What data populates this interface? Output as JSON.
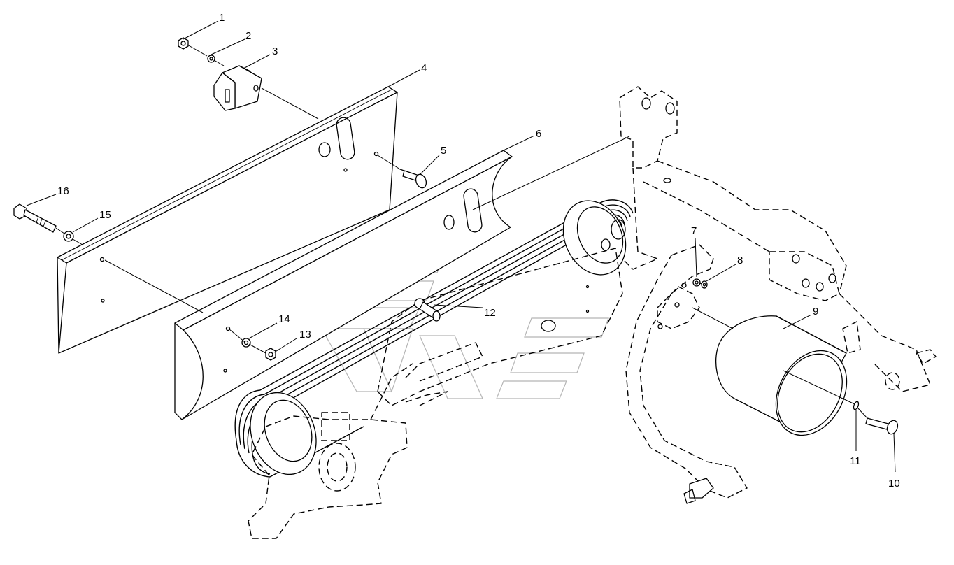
{
  "callouts": [
    {
      "id": "1",
      "label": "1"
    },
    {
      "id": "2",
      "label": "2"
    },
    {
      "id": "3",
      "label": "3"
    },
    {
      "id": "4",
      "label": "4"
    },
    {
      "id": "5",
      "label": "5"
    },
    {
      "id": "6",
      "label": "6"
    },
    {
      "id": "7",
      "label": "7"
    },
    {
      "id": "8",
      "label": "8"
    },
    {
      "id": "9",
      "label": "9"
    },
    {
      "id": "10",
      "label": "10"
    },
    {
      "id": "11",
      "label": "11"
    },
    {
      "id": "12",
      "label": "12"
    },
    {
      "id": "13",
      "label": "13"
    },
    {
      "id": "14",
      "label": "14"
    },
    {
      "id": "15",
      "label": "15"
    },
    {
      "id": "16",
      "label": "16"
    }
  ],
  "colors": {
    "line": "#000000",
    "background": "#ffffff",
    "watermark": "#b5b5b5"
  }
}
